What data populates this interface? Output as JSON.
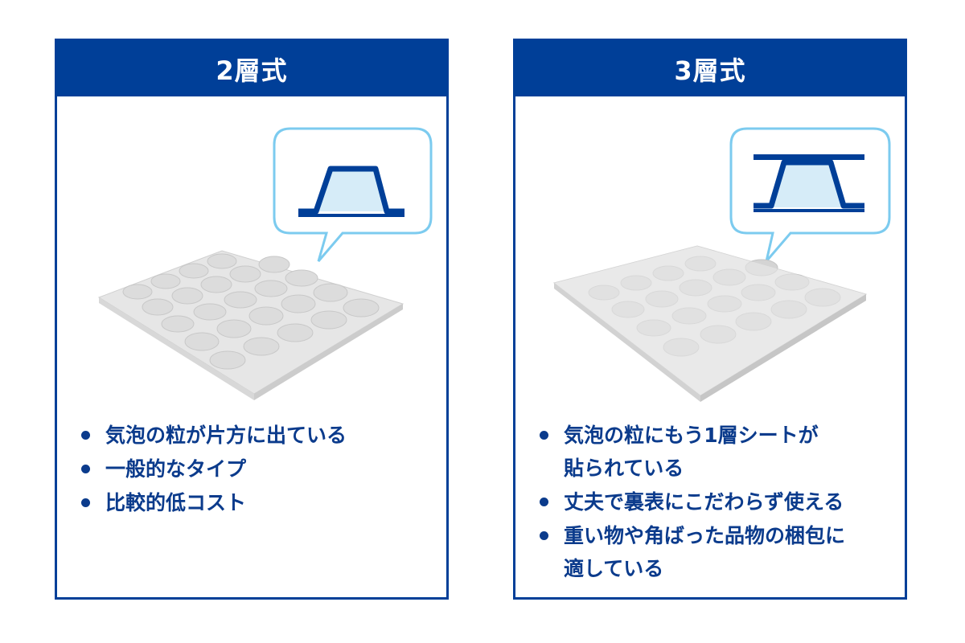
{
  "colors": {
    "primary": "#003f98",
    "text": "#0b3b8c",
    "callout_border": "#7ccbef",
    "callout_fill": "#d6ecf8",
    "sheet_light": "#e4e4e4"
  },
  "panels": [
    {
      "title": "2層式",
      "illustration": "two-layer-bubble-wrap",
      "callout_icon": "two-layer-cross-section-icon",
      "bullets": [
        "気泡の粒が片方に出ている",
        "一般的なタイプ",
        "比較的低コスト"
      ]
    },
    {
      "title": "3層式",
      "illustration": "three-layer-bubble-wrap",
      "callout_icon": "three-layer-cross-section-icon",
      "bullets": [
        "気泡の粒にもう1層シートが\n貼られている",
        "丈夫で裏表にこだわらず使える",
        "重い物や角ばった品物の梱包に\n適している"
      ]
    }
  ]
}
